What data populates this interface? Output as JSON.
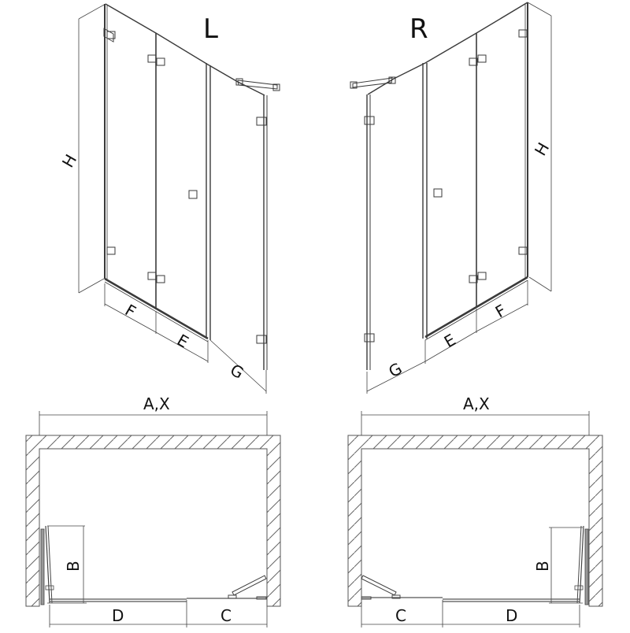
{
  "diagram": {
    "subject": "Walk-in folding shower screen dimension drawing",
    "colors": {
      "line": "#3a3a3a",
      "thin": "#555555",
      "hatch": "#666666",
      "background": "#ffffff"
    },
    "elevations": [
      {
        "id": "left",
        "variant_label": "L",
        "height_label": "H",
        "bottom_labels": [
          "F",
          "E",
          "G"
        ]
      },
      {
        "id": "right",
        "variant_label": "R",
        "height_label": "H",
        "bottom_labels": [
          "G",
          "E",
          "F"
        ]
      }
    ],
    "plans": [
      {
        "id": "left",
        "width_label": "A,X",
        "side_label": "B",
        "bottom_labels": [
          "D",
          "C"
        ]
      },
      {
        "id": "right",
        "width_label": "A,X",
        "side_label": "B",
        "bottom_labels": [
          "C",
          "D"
        ]
      }
    ]
  }
}
